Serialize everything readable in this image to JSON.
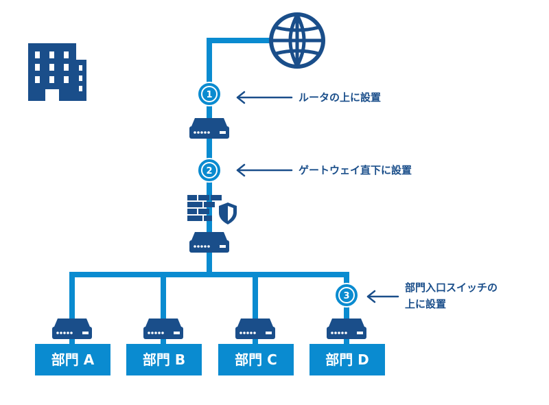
{
  "markers": [
    "1",
    "2",
    "3"
  ],
  "labels": {
    "router_top": "ルータの上に設置",
    "gateway_below": "ゲートウェイ直下に設置",
    "dept_switch_line1": "部門入口スイッチの",
    "dept_switch_line2": "上に設置"
  },
  "departments": [
    "部門 A",
    "部門 B",
    "部門 C",
    "部門 D"
  ],
  "icons": {
    "building": "building-icon",
    "internet": "globe-icon",
    "network_device": "network-switch-icon",
    "firewall": "firewall-brick-icon",
    "security": "shield-icon"
  },
  "colors": {
    "line": "#0a8bd0",
    "dark": "#1a4e8a",
    "marker": "#0a8bd0",
    "department_box": "#0a8bd0",
    "department_text": "#ffffff"
  }
}
